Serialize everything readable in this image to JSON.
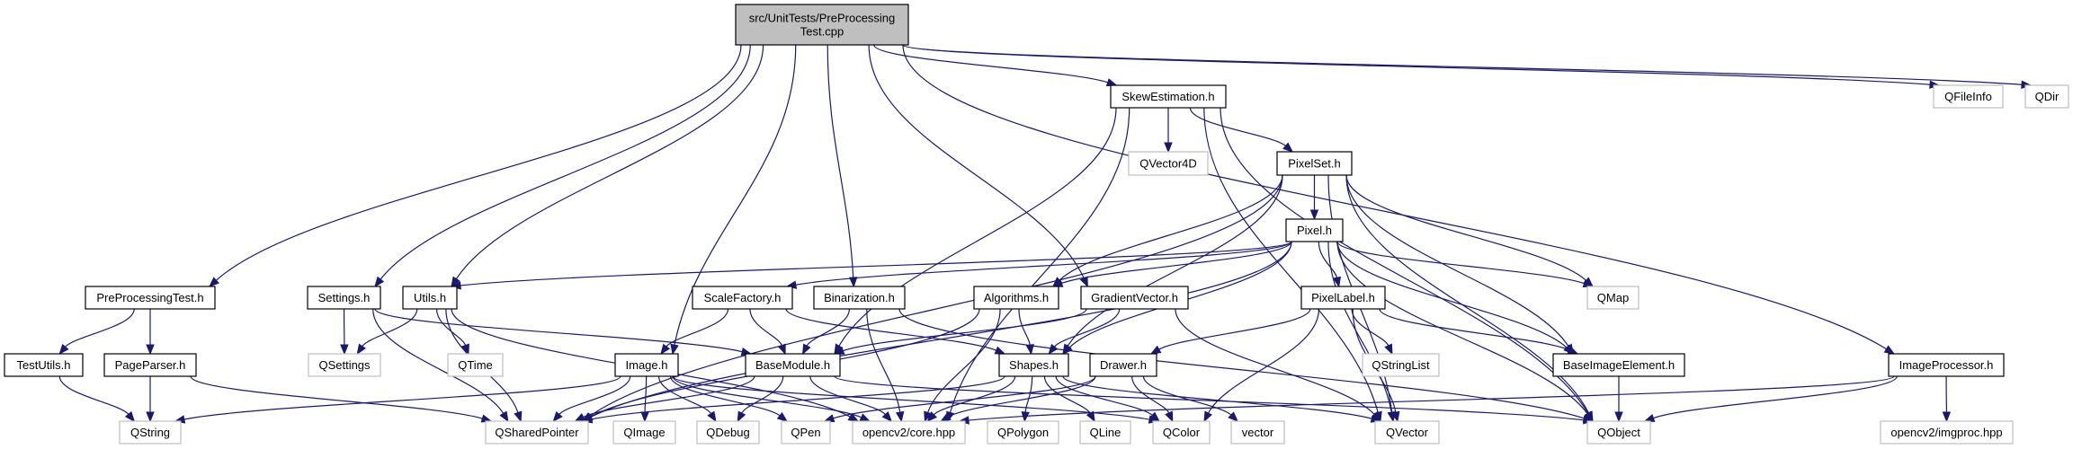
{
  "diagram": {
    "type": "include-dependency-graph",
    "colors": {
      "edge": "#191970",
      "root_fill": "#bfbfbf",
      "internal_border": "#000000",
      "external_border": "#bfbfbf"
    },
    "root": "root",
    "nodes": [
      {
        "id": "root",
        "label_lines": [
          "src/UnitTests/PreProcessing",
          "Test.cpp"
        ],
        "kind": "root"
      },
      {
        "id": "skew",
        "label_lines": [
          "SkewEstimation.h"
        ],
        "kind": "internal"
      },
      {
        "id": "qfileinfo",
        "label_lines": [
          "QFileInfo"
        ],
        "kind": "external"
      },
      {
        "id": "qdir",
        "label_lines": [
          "QDir"
        ],
        "kind": "external"
      },
      {
        "id": "qvector4d",
        "label_lines": [
          "QVector4D"
        ],
        "kind": "external"
      },
      {
        "id": "pixelset",
        "label_lines": [
          "PixelSet.h"
        ],
        "kind": "internal"
      },
      {
        "id": "pixel",
        "label_lines": [
          "Pixel.h"
        ],
        "kind": "internal"
      },
      {
        "id": "ppth",
        "label_lines": [
          "PreProcessingTest.h"
        ],
        "kind": "internal"
      },
      {
        "id": "settings",
        "label_lines": [
          "Settings.h"
        ],
        "kind": "internal"
      },
      {
        "id": "utils",
        "label_lines": [
          "Utils.h"
        ],
        "kind": "internal"
      },
      {
        "id": "scalefactory",
        "label_lines": [
          "ScaleFactory.h"
        ],
        "kind": "internal"
      },
      {
        "id": "binarization",
        "label_lines": [
          "Binarization.h"
        ],
        "kind": "internal"
      },
      {
        "id": "algorithms",
        "label_lines": [
          "Algorithms.h"
        ],
        "kind": "internal"
      },
      {
        "id": "gradient",
        "label_lines": [
          "GradientVector.h"
        ],
        "kind": "internal"
      },
      {
        "id": "pixellabel",
        "label_lines": [
          "PixelLabel.h"
        ],
        "kind": "internal"
      },
      {
        "id": "qmap",
        "label_lines": [
          "QMap"
        ],
        "kind": "external"
      },
      {
        "id": "testutils",
        "label_lines": [
          "TestUtils.h"
        ],
        "kind": "internal"
      },
      {
        "id": "pageparser",
        "label_lines": [
          "PageParser.h"
        ],
        "kind": "internal"
      },
      {
        "id": "qsettings",
        "label_lines": [
          "QSettings"
        ],
        "kind": "external"
      },
      {
        "id": "qtime",
        "label_lines": [
          "QTime"
        ],
        "kind": "external"
      },
      {
        "id": "image",
        "label_lines": [
          "Image.h"
        ],
        "kind": "internal"
      },
      {
        "id": "basemodule",
        "label_lines": [
          "BaseModule.h"
        ],
        "kind": "internal"
      },
      {
        "id": "shapes",
        "label_lines": [
          "Shapes.h"
        ],
        "kind": "internal"
      },
      {
        "id": "drawer",
        "label_lines": [
          "Drawer.h"
        ],
        "kind": "internal"
      },
      {
        "id": "qstringlist",
        "label_lines": [
          "QStringList"
        ],
        "kind": "external"
      },
      {
        "id": "baseimage",
        "label_lines": [
          "BaseImageElement.h"
        ],
        "kind": "internal"
      },
      {
        "id": "imgproc",
        "label_lines": [
          "ImageProcessor.h"
        ],
        "kind": "internal"
      },
      {
        "id": "qstring",
        "label_lines": [
          "QString"
        ],
        "kind": "external"
      },
      {
        "id": "qsharedptr",
        "label_lines": [
          "QSharedPointer"
        ],
        "kind": "external"
      },
      {
        "id": "qimage",
        "label_lines": [
          "QImage"
        ],
        "kind": "external"
      },
      {
        "id": "qdebug",
        "label_lines": [
          "QDebug"
        ],
        "kind": "external"
      },
      {
        "id": "qpen",
        "label_lines": [
          "QPen"
        ],
        "kind": "external"
      },
      {
        "id": "cvcore",
        "label_lines": [
          "opencv2/core.hpp"
        ],
        "kind": "external"
      },
      {
        "id": "qpolygon",
        "label_lines": [
          "QPolygon"
        ],
        "kind": "external"
      },
      {
        "id": "qline",
        "label_lines": [
          "QLine"
        ],
        "kind": "external"
      },
      {
        "id": "qcolor",
        "label_lines": [
          "QColor"
        ],
        "kind": "external"
      },
      {
        "id": "vector",
        "label_lines": [
          "vector"
        ],
        "kind": "external"
      },
      {
        "id": "qvector",
        "label_lines": [
          "QVector"
        ],
        "kind": "external"
      },
      {
        "id": "qobject",
        "label_lines": [
          "QObject"
        ],
        "kind": "external"
      },
      {
        "id": "cvimgproc",
        "label_lines": [
          "opencv2/imgproc.hpp"
        ],
        "kind": "external"
      }
    ],
    "edges": [
      [
        "root",
        "ppth"
      ],
      [
        "root",
        "settings"
      ],
      [
        "root",
        "utils"
      ],
      [
        "root",
        "image"
      ],
      [
        "root",
        "binarization"
      ],
      [
        "root",
        "gradient"
      ],
      [
        "root",
        "skew"
      ],
      [
        "root",
        "imgproc"
      ],
      [
        "root",
        "qfileinfo"
      ],
      [
        "root",
        "qdir"
      ],
      [
        "skew",
        "qvector4d"
      ],
      [
        "skew",
        "pixelset"
      ],
      [
        "skew",
        "basemodule"
      ],
      [
        "skew",
        "cvcore"
      ],
      [
        "skew",
        "qvector"
      ],
      [
        "skew",
        "qobject"
      ],
      [
        "pixelset",
        "pixel"
      ],
      [
        "pixelset",
        "algorithms"
      ],
      [
        "pixelset",
        "shapes"
      ],
      [
        "pixelset",
        "qmap"
      ],
      [
        "pixelset",
        "baseimage"
      ],
      [
        "pixelset",
        "qsharedptr"
      ],
      [
        "pixelset",
        "qvector"
      ],
      [
        "pixelset",
        "qobject"
      ],
      [
        "pixel",
        "utils"
      ],
      [
        "pixel",
        "scalefactory"
      ],
      [
        "pixel",
        "algorithms"
      ],
      [
        "pixel",
        "pixellabel"
      ],
      [
        "pixel",
        "shapes"
      ],
      [
        "pixel",
        "qmap"
      ],
      [
        "pixel",
        "baseimage"
      ],
      [
        "pixel",
        "qvector"
      ],
      [
        "pixel",
        "qobject"
      ],
      [
        "pixel",
        "qsharedptr"
      ],
      [
        "ppth",
        "testutils"
      ],
      [
        "ppth",
        "pageparser"
      ],
      [
        "testutils",
        "qstring"
      ],
      [
        "pageparser",
        "qstring"
      ],
      [
        "pageparser",
        "qsharedptr"
      ],
      [
        "settings",
        "qsettings"
      ],
      [
        "settings",
        "qsharedptr"
      ],
      [
        "settings",
        "basemodule"
      ],
      [
        "utils",
        "qsettings"
      ],
      [
        "utils",
        "qtime"
      ],
      [
        "utils",
        "qsharedptr"
      ],
      [
        "utils",
        "cvcore"
      ],
      [
        "scalefactory",
        "image"
      ],
      [
        "scalefactory",
        "basemodule"
      ],
      [
        "scalefactory",
        "shapes"
      ],
      [
        "binarization",
        "basemodule"
      ],
      [
        "binarization",
        "cvcore"
      ],
      [
        "binarization",
        "qobject"
      ],
      [
        "algorithms",
        "shapes"
      ],
      [
        "algorithms",
        "cvcore"
      ],
      [
        "algorithms",
        "qsharedptr"
      ],
      [
        "gradient",
        "shapes"
      ],
      [
        "gradient",
        "basemodule"
      ],
      [
        "gradient",
        "qvector"
      ],
      [
        "pixellabel",
        "drawer"
      ],
      [
        "pixellabel",
        "qstringlist"
      ],
      [
        "pixellabel",
        "baseimage"
      ],
      [
        "pixellabel",
        "qvector"
      ],
      [
        "pixellabel",
        "qcolor"
      ],
      [
        "image",
        "qstring"
      ],
      [
        "image",
        "qsharedptr"
      ],
      [
        "image",
        "qimage"
      ],
      [
        "image",
        "qdebug"
      ],
      [
        "image",
        "qpen"
      ],
      [
        "image",
        "cvcore"
      ],
      [
        "image",
        "qcolor"
      ],
      [
        "basemodule",
        "qsharedptr"
      ],
      [
        "basemodule",
        "qdebug"
      ],
      [
        "basemodule",
        "cvcore"
      ],
      [
        "basemodule",
        "qobject"
      ],
      [
        "shapes",
        "qsharedptr"
      ],
      [
        "shapes",
        "cvcore"
      ],
      [
        "shapes",
        "qpolygon"
      ],
      [
        "shapes",
        "qline"
      ],
      [
        "shapes",
        "qcolor"
      ],
      [
        "shapes",
        "qvector"
      ],
      [
        "drawer",
        "qpen"
      ],
      [
        "drawer",
        "cvcore"
      ],
      [
        "drawer",
        "qcolor"
      ],
      [
        "drawer",
        "vector"
      ],
      [
        "baseimage",
        "qobject"
      ],
      [
        "imgproc",
        "cvimgproc"
      ],
      [
        "imgproc",
        "cvcore"
      ],
      [
        "imgproc",
        "qobject"
      ]
    ]
  }
}
